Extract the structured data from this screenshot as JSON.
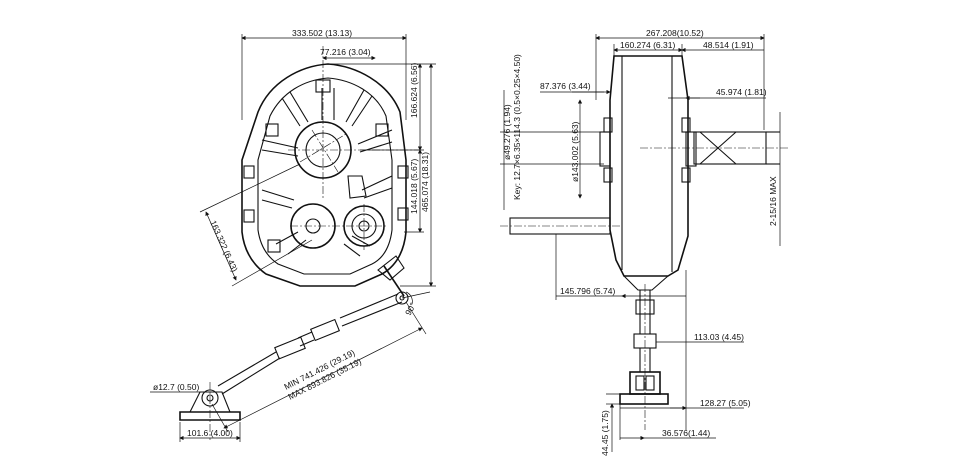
{
  "left_view": {
    "width_dim": "333.502 (13.13)",
    "center_offset_dim": "77.216 (3.04)",
    "upper_height_dim": "166.624 (6.56)",
    "shaft_height_dim": "144.018 (5.67)",
    "total_height_dim": "465.074 (18.31)",
    "shaft_spacing_dim": "163.322 (6.43)",
    "angle_dim": "90°",
    "pin_dim": "ø12.7 (0.50)",
    "base_dim": "101.6 (4.00)",
    "arm_min_dim": "MIN 741.426 (29.19)",
    "arm_max_dim": "MAX 893.826 (35.19)"
  },
  "right_view": {
    "overall_depth_dim": "267.208(10.52)",
    "body_depth_dim": "160.274 (6.31)",
    "flange_dim": "48.514 (1.91)",
    "pilot_offset_dim": "87.376 (3.44)",
    "shaft_offset_dim": "45.974 (1.81)",
    "bore_dim": "ø49.276 (1.94)",
    "key_dim": "Key: 12.7×6.35×114.3  (0.5×0.25×4.50)",
    "pilot_dia_dim": "ø143.002 (5.63)",
    "shaft_max_dim": "2-15/16 MAX",
    "input_offset_dim": "145.796 (5.74)",
    "arm_drop_dim": "113.03 (4.45)",
    "base_width_dim": "128.27 (5.05)",
    "base_height_dim": "44.45 (1.75)",
    "foot_dim": "36.576(1.44)"
  }
}
